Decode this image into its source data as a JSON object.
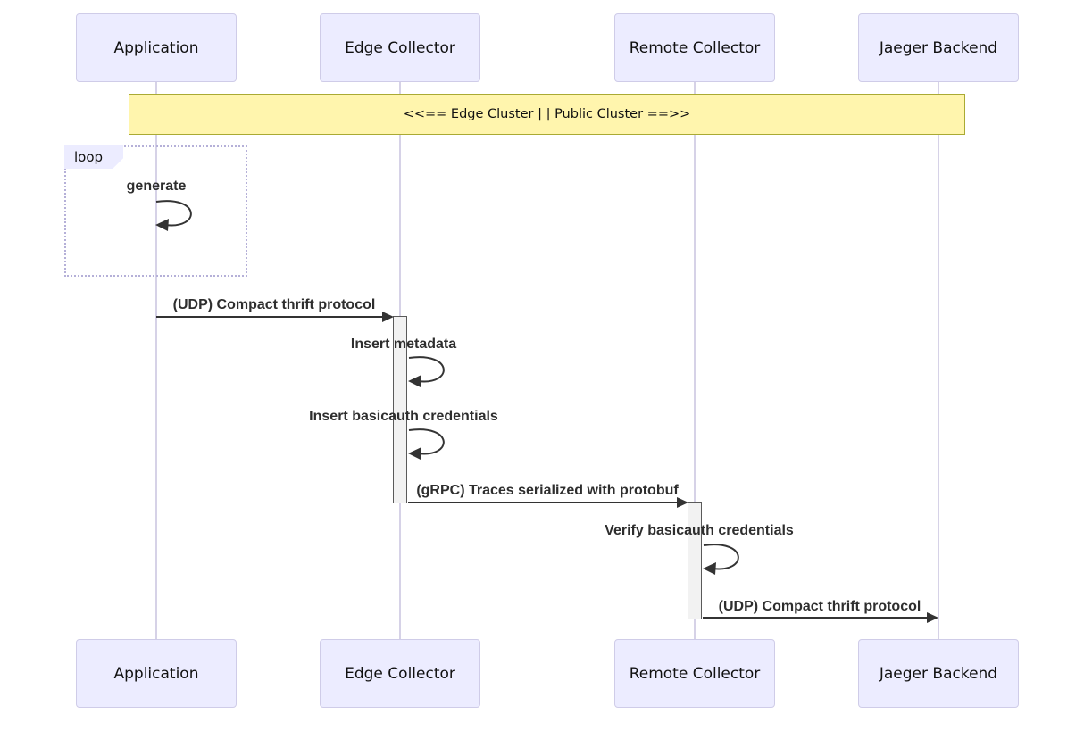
{
  "participants": [
    "Application",
    "Edge Collector",
    "Remote Collector",
    "Jaeger Backend"
  ],
  "note_text": "<<== Edge Cluster | | Public Cluster ==>>",
  "loop_label": "loop",
  "messages": {
    "generate": "generate",
    "udp_to_edge": "(UDP) Compact thrift protocol",
    "insert_metadata": "Insert metadata",
    "insert_basicauth": "Insert basicauth credentials",
    "grpc_traces": "(gRPC) Traces serialized with protobuf",
    "verify_basicauth": "Verify basicauth credentials",
    "udp_to_jaeger": "(UDP) Compact thrift protocol"
  },
  "colors": {
    "actorFill": "#ECECFF",
    "actorBorder": "#CFCCE8",
    "lifeline": "#D6D2E7",
    "noteFill": "#FFF5AD",
    "noteBorder": "#AAAA33",
    "loopBorder": "#B5B0D8",
    "activationFill": "#F2F2F2",
    "activationBorder": "#5A5A5A",
    "arrow": "#333333"
  }
}
